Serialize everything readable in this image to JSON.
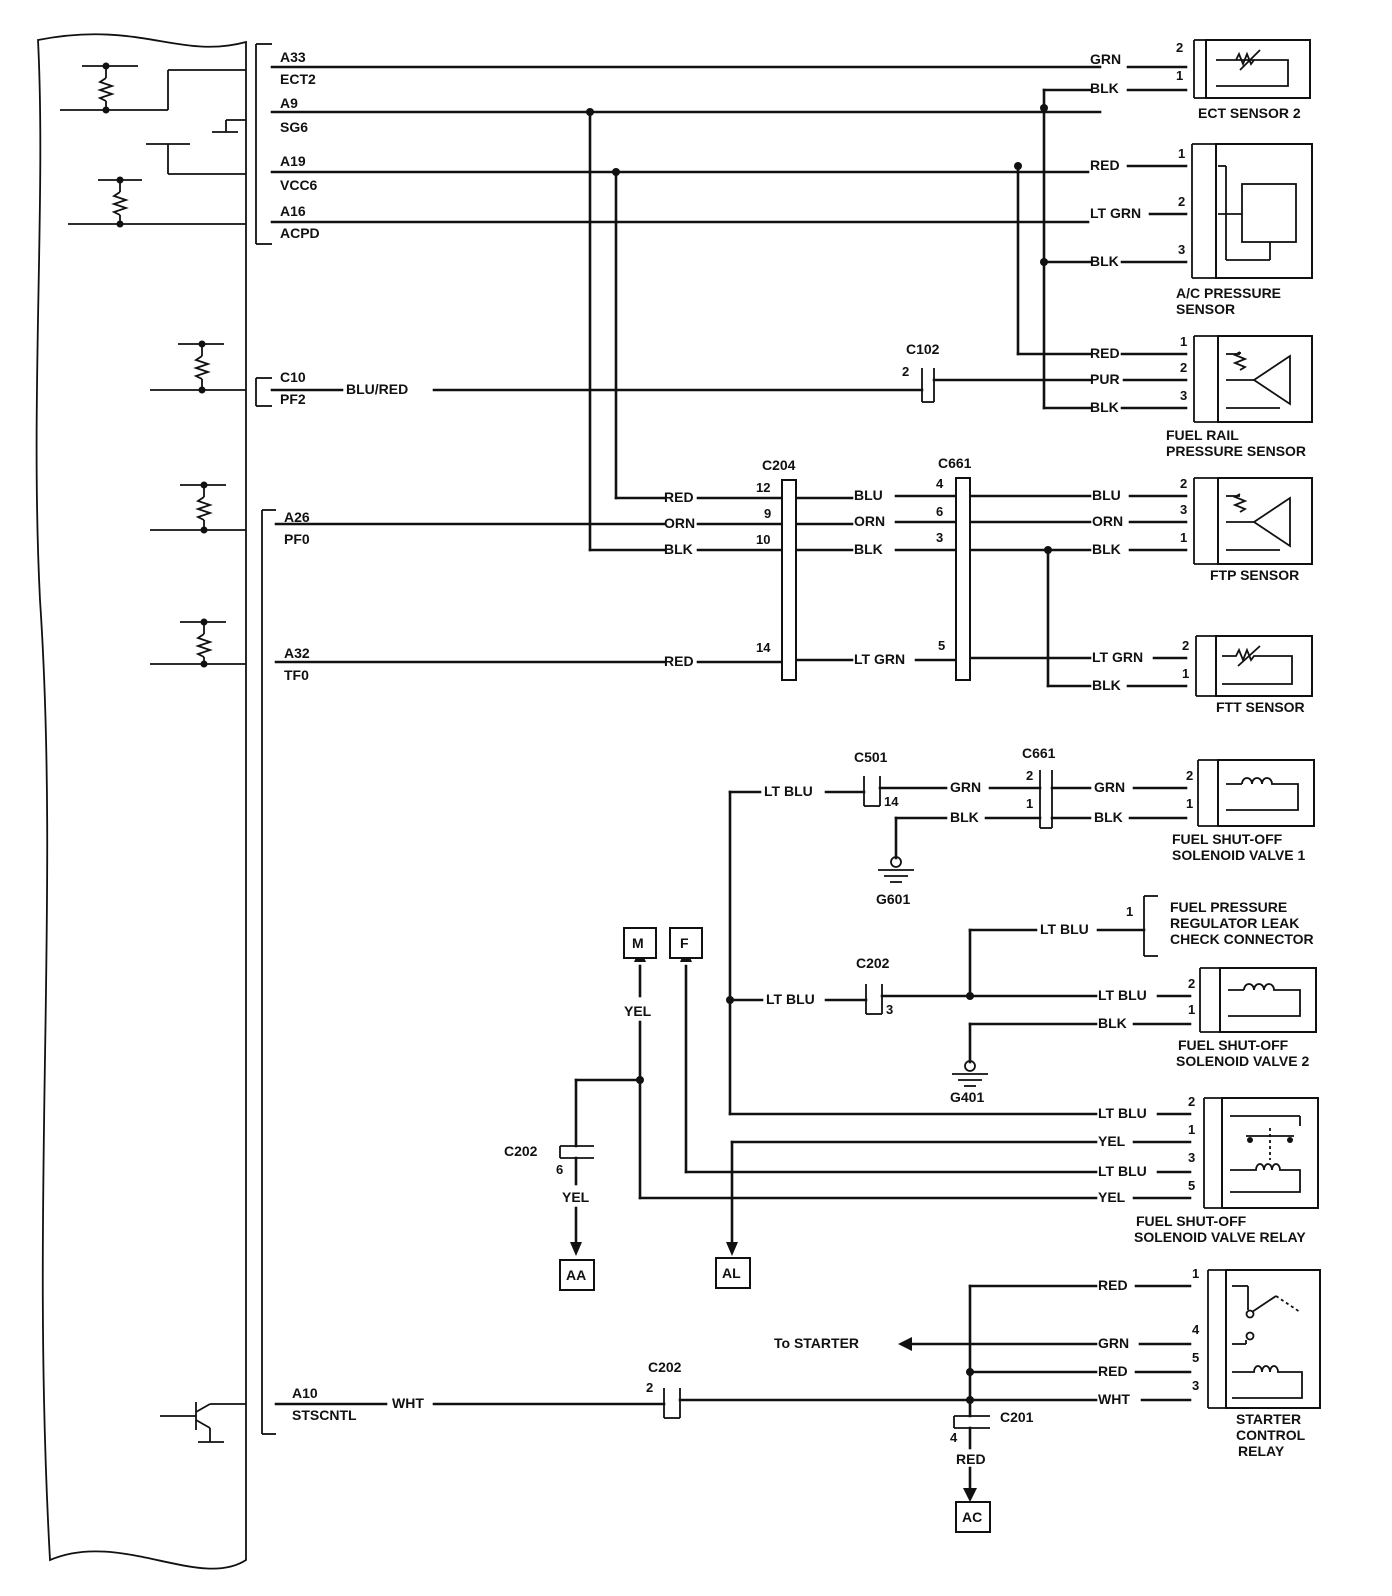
{
  "ecm": {
    "pins": [
      {
        "id": "A33",
        "fn": "ECT2"
      },
      {
        "id": "A9",
        "fn": "SG6"
      },
      {
        "id": "A19",
        "fn": "VCC6"
      },
      {
        "id": "A16",
        "fn": "ACPD"
      },
      {
        "id": "C10",
        "fn": "PF2"
      },
      {
        "id": "A26",
        "fn": "PF0"
      },
      {
        "id": "A32",
        "fn": "TF0"
      },
      {
        "id": "A10",
        "fn": "STSCNTL"
      }
    ]
  },
  "wire_colors": {
    "grn": "GRN",
    "blk": "BLK",
    "red": "RED",
    "lt_grn": "LT GRN",
    "blu_red": "BLU/RED",
    "pur": "PUR",
    "blu": "BLU",
    "orn": "ORN",
    "lt_blu": "LT BLU",
    "yel": "YEL",
    "wht": "WHT"
  },
  "connectors": {
    "c102": "C102",
    "c204": "C204",
    "c661": "C661",
    "c501": "C501",
    "c202": "C202",
    "c201": "C201",
    "g601": "G601",
    "g401": "G401"
  },
  "pins_num": {
    "p1": "1",
    "p2": "2",
    "p3": "3",
    "p4": "4",
    "p5": "5",
    "p6": "6",
    "p9": "9",
    "p10": "10",
    "p12": "12",
    "p14": "14"
  },
  "components": {
    "ect2": "ECT SENSOR 2",
    "ac_line1": "A/C PRESSURE",
    "ac_line2": "SENSOR",
    "frp_line1": "FUEL RAIL",
    "frp_line2": "PRESSURE SENSOR",
    "ftp": "FTP SENSOR",
    "ftt": "FTT SENSOR",
    "sv1_line1": "FUEL SHUT-OFF",
    "sv1_line2": "SOLENOID VALVE 1",
    "leak_line1": "FUEL PRESSURE",
    "leak_line2": "REGULATOR LEAK",
    "leak_line3": "CHECK CONNECTOR",
    "sv2_line1": "FUEL SHUT-OFF",
    "sv2_line2": "SOLENOID VALVE 2",
    "relay_line1": "FUEL SHUT-OFF",
    "relay_line2": "SOLENOID VALVE RELAY",
    "scr_line1": "STARTER",
    "scr_line2": "CONTROL",
    "scr_line3": "RELAY"
  },
  "refs": {
    "M": "M",
    "F": "F",
    "AA": "AA",
    "AL": "AL",
    "AC": "AC"
  },
  "starter_label": "To STARTER"
}
